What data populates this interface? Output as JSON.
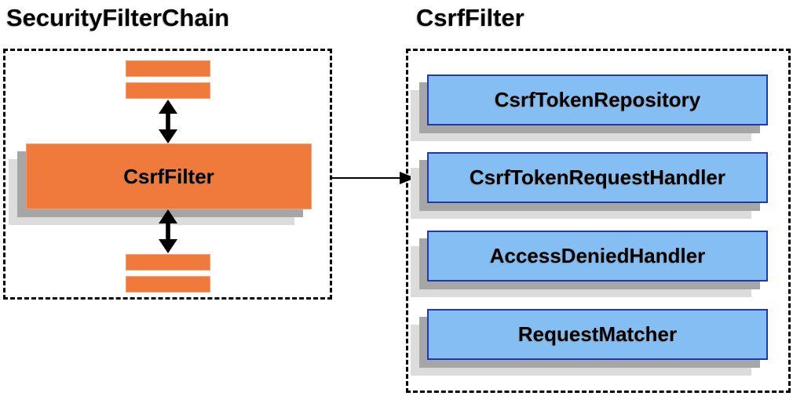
{
  "left_panel": {
    "title": "SecurityFilterChain",
    "filter_box_label": "CsrfFilter"
  },
  "right_panel": {
    "title": "CsrfFilter",
    "items": [
      "CsrfTokenRepository",
      "CsrfTokenRequestHandler",
      "AccessDeniedHandler",
      "RequestMatcher"
    ]
  },
  "icons": {
    "between_filters": "double-headed-vertical-arrow",
    "link": "right-arrow"
  },
  "colors": {
    "orange": "#F0793C",
    "orange_border": "#F89E68",
    "blue_fill": "#85BEF2",
    "blue_border": "#2038B4",
    "shadow_dark": "#A6A6A6",
    "shadow_light": "#DCDCDC",
    "arrow": "#000000",
    "text": "#000000"
  }
}
